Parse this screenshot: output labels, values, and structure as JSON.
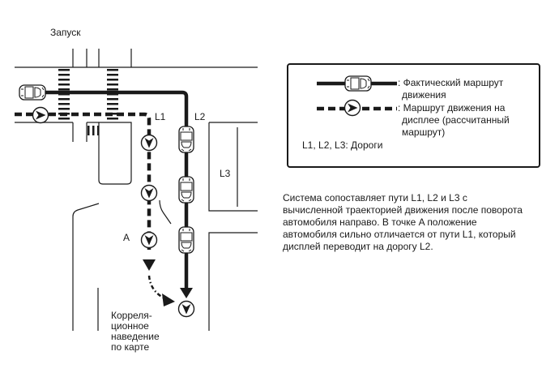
{
  "labels": {
    "start": "Запуск",
    "road_l1": "L1",
    "road_l2": "L2",
    "road_l3": "L3",
    "point_a": "A",
    "correlation": [
      "Корреля-",
      "ционное",
      "наведение",
      "по карте"
    ]
  },
  "legend": {
    "actual_route": [
      ": Фактический маршрут",
      "движения"
    ],
    "display_route": [
      ": Маршрут движения на",
      "дисплее (рассчитанный",
      "маршрут)"
    ],
    "roads": "L1, L2, L3: Дороги"
  },
  "description": [
    "Система сопоставляет пути L1, L2 и L3 с",
    "вычисленной траекторией движения после поворота",
    "автомобиля направо. В точке A положение",
    "автомобиля сильно отличается от пути L1, который",
    "дисплей переводит на дорогу L2."
  ],
  "icons": {
    "vehicle": "car-top-view-icon",
    "display_marker": "arrow-in-circle-icon"
  }
}
